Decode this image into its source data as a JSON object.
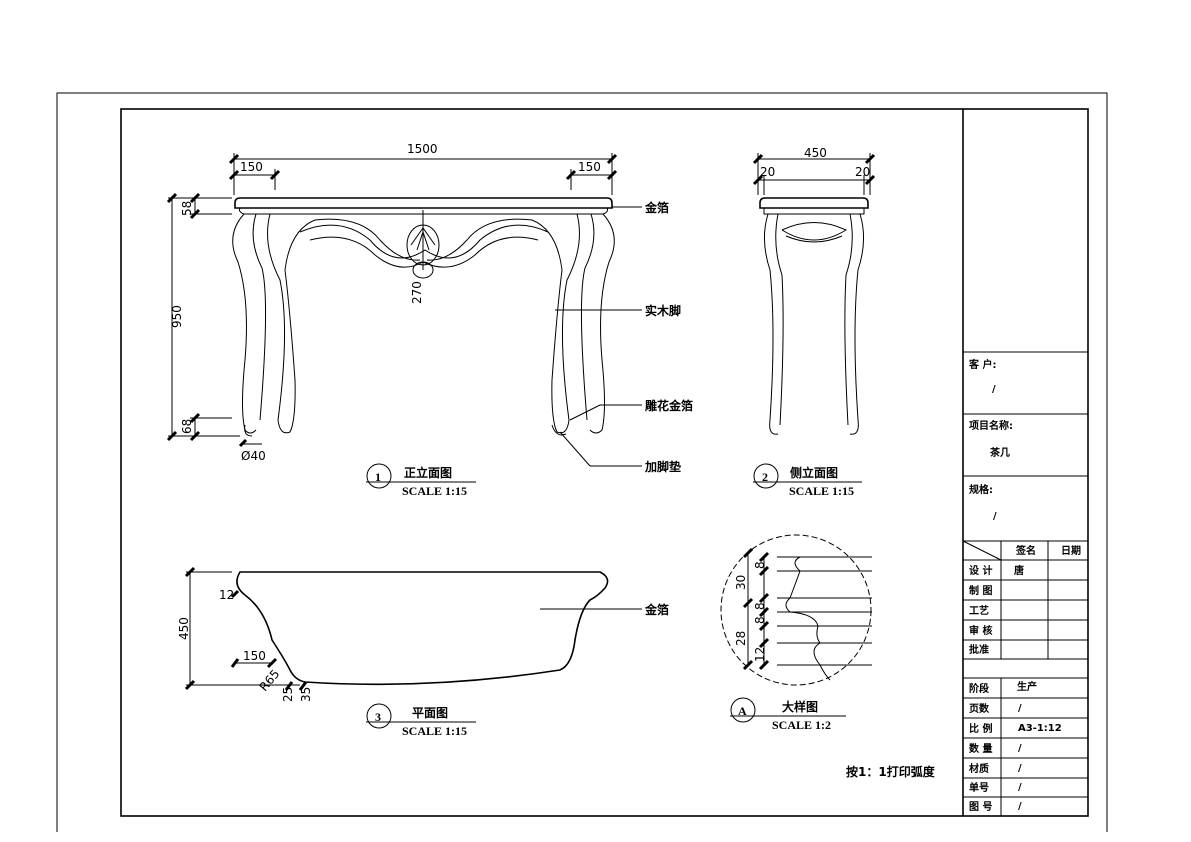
{
  "front_view": {
    "dims": {
      "overall_width": "1500",
      "left_offset": "150",
      "right_offset": "150",
      "top_thickness": "58",
      "height": "950",
      "foot_height": "68",
      "foot_diameter": "Ø40",
      "apron_depth": "270"
    },
    "callouts": [
      "金箔",
      "实木脚",
      "雕花金箔",
      "加脚垫"
    ],
    "caption": {
      "number": "1",
      "title": "正立面图",
      "scale": "SCALE 1:15"
    }
  },
  "side_view": {
    "dims": {
      "overall_width": "450",
      "left_offset": "20",
      "right_offset": "20"
    },
    "caption": {
      "number": "2",
      "title": "侧立面图",
      "scale": "SCALE 1:15"
    }
  },
  "plan_view": {
    "dims": {
      "depth": "450",
      "corner": "12",
      "offset": "150",
      "radius": "R65",
      "d1": "25",
      "d2": "35"
    },
    "callout": "金箔",
    "caption": {
      "number": "3",
      "title": "平面图",
      "scale": "SCALE 1:15"
    }
  },
  "detail_view": {
    "dims": {
      "upper_total": "30",
      "upper_a": "8",
      "upper_b": "8",
      "lower_total": "28",
      "lower_a": "8",
      "lower_b": "12"
    },
    "caption": {
      "letter": "A",
      "title": "大样图",
      "scale": "SCALE 1:2"
    }
  },
  "note": "按1：1打印弧度",
  "title_block": {
    "client_label": "客 户:",
    "client_value": "/",
    "project_label": "项目名称:",
    "project_value": "茶几",
    "spec_label": "规格:",
    "spec_value": "/",
    "sign_header": "签名",
    "date_header": "日期",
    "roles": [
      {
        "label": "设 计",
        "sign": "唐"
      },
      {
        "label": "制 图",
        "sign": ""
      },
      {
        "label": "工艺",
        "sign": ""
      },
      {
        "label": "审 核",
        "sign": ""
      },
      {
        "label": "批准",
        "sign": ""
      }
    ],
    "info": [
      {
        "label": "阶段",
        "value": "生产"
      },
      {
        "label": "页数",
        "value": "/"
      },
      {
        "label": "比 例",
        "value": "A3-1:12"
      },
      {
        "label": "数 量",
        "value": "/"
      },
      {
        "label": "材质",
        "value": "/"
      },
      {
        "label": "单号",
        "value": "/"
      },
      {
        "label": "图 号",
        "value": "/"
      }
    ]
  }
}
